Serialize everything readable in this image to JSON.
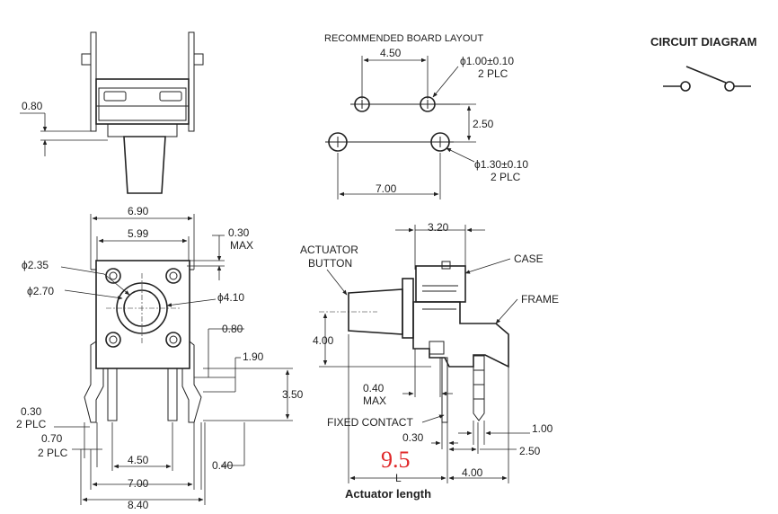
{
  "board_layout": {
    "title": "RECOMMENDED BOARD LAYOUT",
    "dim_pitch_small": "4.50",
    "hole_small": "ϕ1.00±0.10",
    "hole_small_qty": "2 PLC",
    "dim_row_gap": "2.50",
    "hole_large": "ϕ1.30±0.10",
    "hole_large_qty": "2 PLC",
    "dim_pitch_large": "7.00"
  },
  "circuit": {
    "title": "CIRCUIT DIAGRAM"
  },
  "top_view": {
    "dim_height": "0.80"
  },
  "front_view": {
    "dim_body_width": "6.90",
    "dim_hole_pitch": "5.99",
    "dim_tab_max": "0.30",
    "dim_tab_max_suffix": "MAX",
    "dia_small": "ϕ2.35",
    "dia_inner": "ϕ2.70",
    "dia_outer": "ϕ4.10",
    "dim_tab_w": "0.80",
    "dim_pin_h": "1.90",
    "dim_pin_len": "3.50",
    "dim_pin_thk": "0.30",
    "dim_pin_thk_qty": "2 PLC",
    "dim_pin_w": "0.70",
    "dim_pin_w_qty": "2 PLC",
    "dim_inner_pitch": "4.50",
    "dim_pin_gap": "0.40",
    "dim_outer_pitch": "7.00",
    "dim_total": "8.40"
  },
  "side_view": {
    "label_actuator": "ACTUATOR",
    "label_button": "BUTTON",
    "label_case": "CASE",
    "label_frame": "FRAME",
    "dim_case_w": "3.20",
    "dim_height": "4.00",
    "dim_max": "0.40",
    "dim_max_suffix": "MAX",
    "label_fixed_contact": "FIXED CONTACT",
    "dim_contact_thk": "0.30",
    "dim_lead_w": "1.00",
    "dim_lead_gap": "2.50",
    "dim_length_value": "9.5",
    "dim_length_symbol": "L",
    "dim_base": "4.00",
    "caption": "Actuator length"
  }
}
